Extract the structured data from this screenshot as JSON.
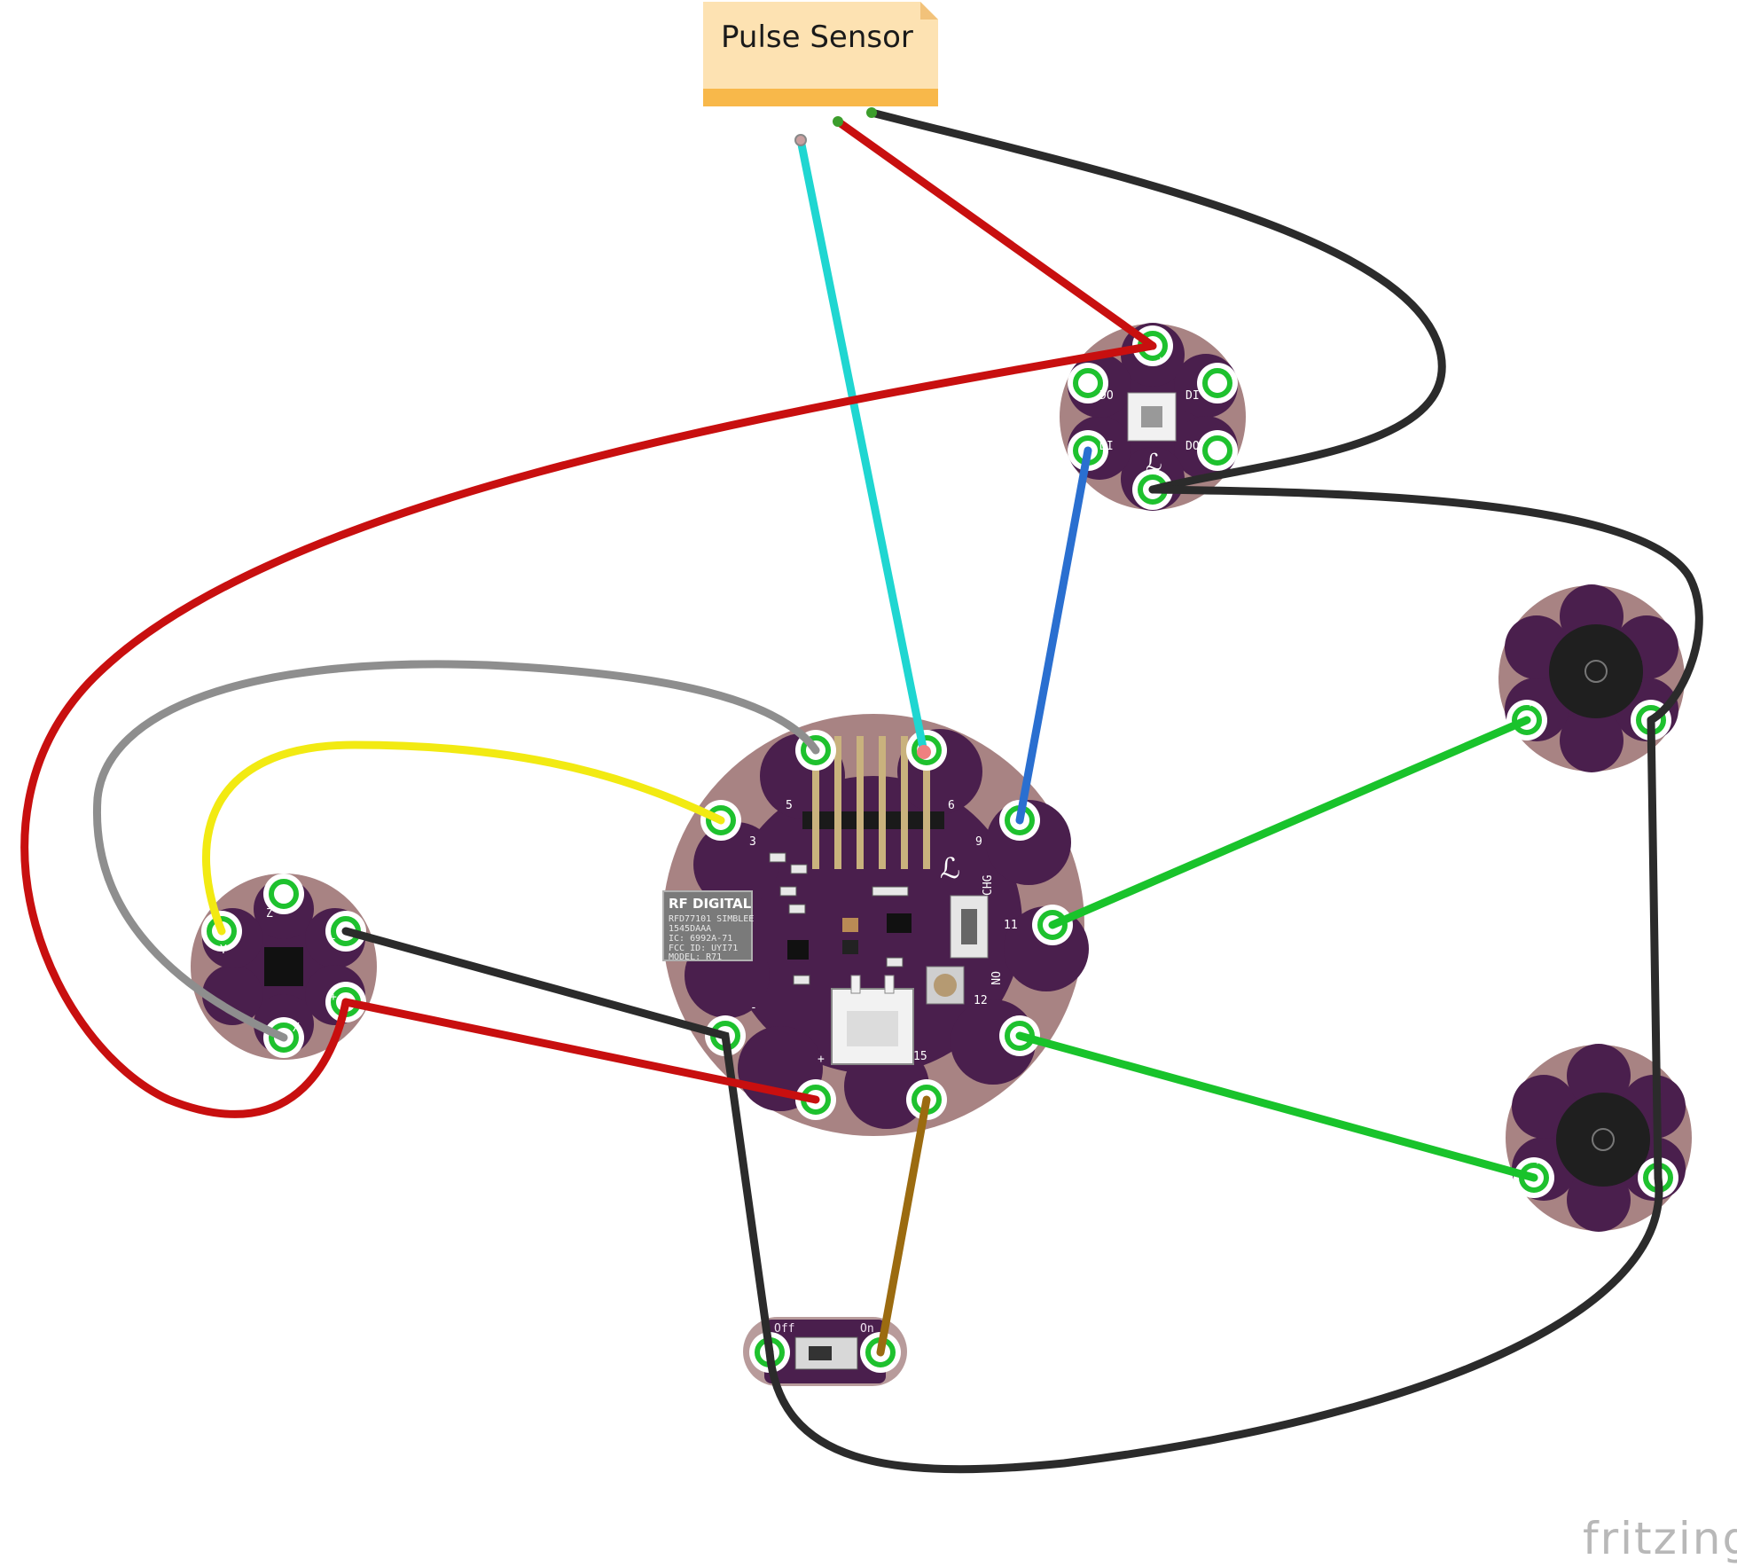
{
  "note": {
    "text": "Pulse Sensor"
  },
  "main_board": {
    "pin_labels": [
      "5",
      "6",
      "3",
      "9",
      "11",
      "12",
      "15",
      "+",
      "-"
    ],
    "switch_labels": [
      "CHG",
      "ON"
    ],
    "chip": {
      "brand": "RF DIGITAL",
      "lines": [
        "RFD77101 SIMBLEE",
        "1545DAAA",
        "IC: 6992A-71",
        "FCC ID: UYI71",
        "MODEL: R71"
      ]
    }
  },
  "led_board": {
    "pin_labels": [
      "+",
      "DO",
      "DI",
      "DI",
      "DO",
      "-"
    ]
  },
  "accel_board": {
    "pin_labels": [
      "Z",
      "Y",
      "X",
      "+",
      "-"
    ]
  },
  "switch_board": {
    "off_label": "Off",
    "on_label": "On"
  },
  "buzzer_boards": [
    {
      "plus": "+",
      "minus": "-"
    },
    {
      "plus": "+",
      "minus": "-"
    }
  ],
  "wire_colors": {
    "red": "#c80f0f",
    "black": "#2b2b2b",
    "cyan": "#1fd6d1",
    "blue": "#2a6fd0",
    "green": "#19c32b",
    "yellow": "#f2ea12",
    "gray": "#8e8e8e",
    "brown": "#9b6b10"
  },
  "logo": {
    "text": "fritzing"
  }
}
